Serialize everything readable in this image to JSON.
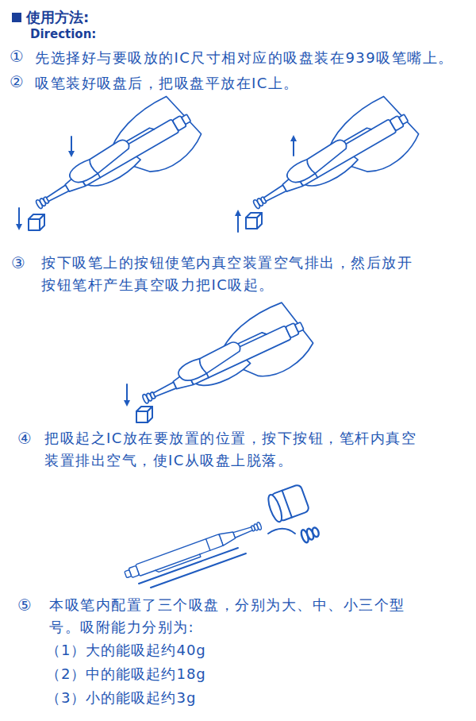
{
  "diagram": {
    "title": "使用方法:",
    "labels": [
      "Direction:",
      "①",
      "先选择好与要吸放的IC尺寸相对应的吸盘装在939吸笔嘴上。",
      "②",
      "吸笔装好吸盘后，把吸盘平放在IC上。",
      "③",
      "按下吸笔上的按钮使笔内真空装置空气排出，然后放开 按钮笔杆产生真空吸力把IC吸起。",
      "④",
      "把吸起之IC放在要放置的位置，按下按钮，笔杆内真空 装置排出空气，使IC从吸盘上脱落。",
      "⑤",
      "本吸笔内配置了三个吸盘，分别为大、中、小三个型 号。吸附能力分别为:",
      "（1）大的能吸起约40g",
      "（2）中的能吸起约18g",
      "（3）小的能吸起约3g"
    ]
  }
}
